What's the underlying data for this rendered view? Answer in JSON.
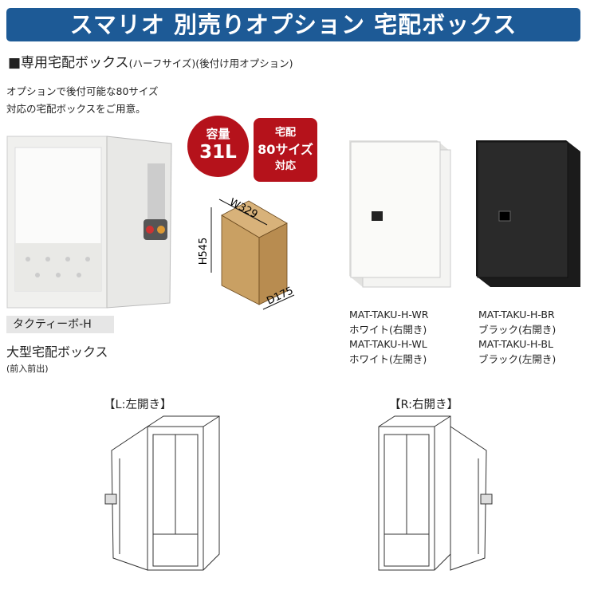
{
  "banner": {
    "title": "スマリオ 別売りオプション 宅配ボックス"
  },
  "section": {
    "title": "■専用宅配ボックス",
    "subtitle": "(ハーフサイズ)(後付け用オプション)"
  },
  "intro": [
    "オプションで後付可能な80サイズ",
    "対応の宅配ボックスをご用意。"
  ],
  "badges": {
    "capacity_label": "容量",
    "capacity_value": "31L",
    "delivery_line1": "宅配",
    "delivery_line2": "80サイズ",
    "delivery_line3": "対応"
  },
  "dimensions": {
    "width": "W329",
    "height": "H545",
    "depth": "D175"
  },
  "left_product": {
    "tag": "タクティーボ-H",
    "name": "大型宅配ボックス",
    "note": "(前入前出)"
  },
  "white_product": [
    "MAT-TAKU-H-WR",
    "ホワイト(右開き)",
    "MAT-TAKU-H-WL",
    "ホワイト(左開き)"
  ],
  "black_product": [
    "MAT-TAKU-H-BR",
    "ブラック(右開き)",
    "MAT-TAKU-H-BL",
    "ブラック(左開き)"
  ],
  "diagrams": {
    "left_label": "【L:左開き】",
    "right_label": "【R:右開き】"
  },
  "colors": {
    "banner": "#1d5a96",
    "badge": "#b5121b",
    "box": "#c9a063"
  }
}
